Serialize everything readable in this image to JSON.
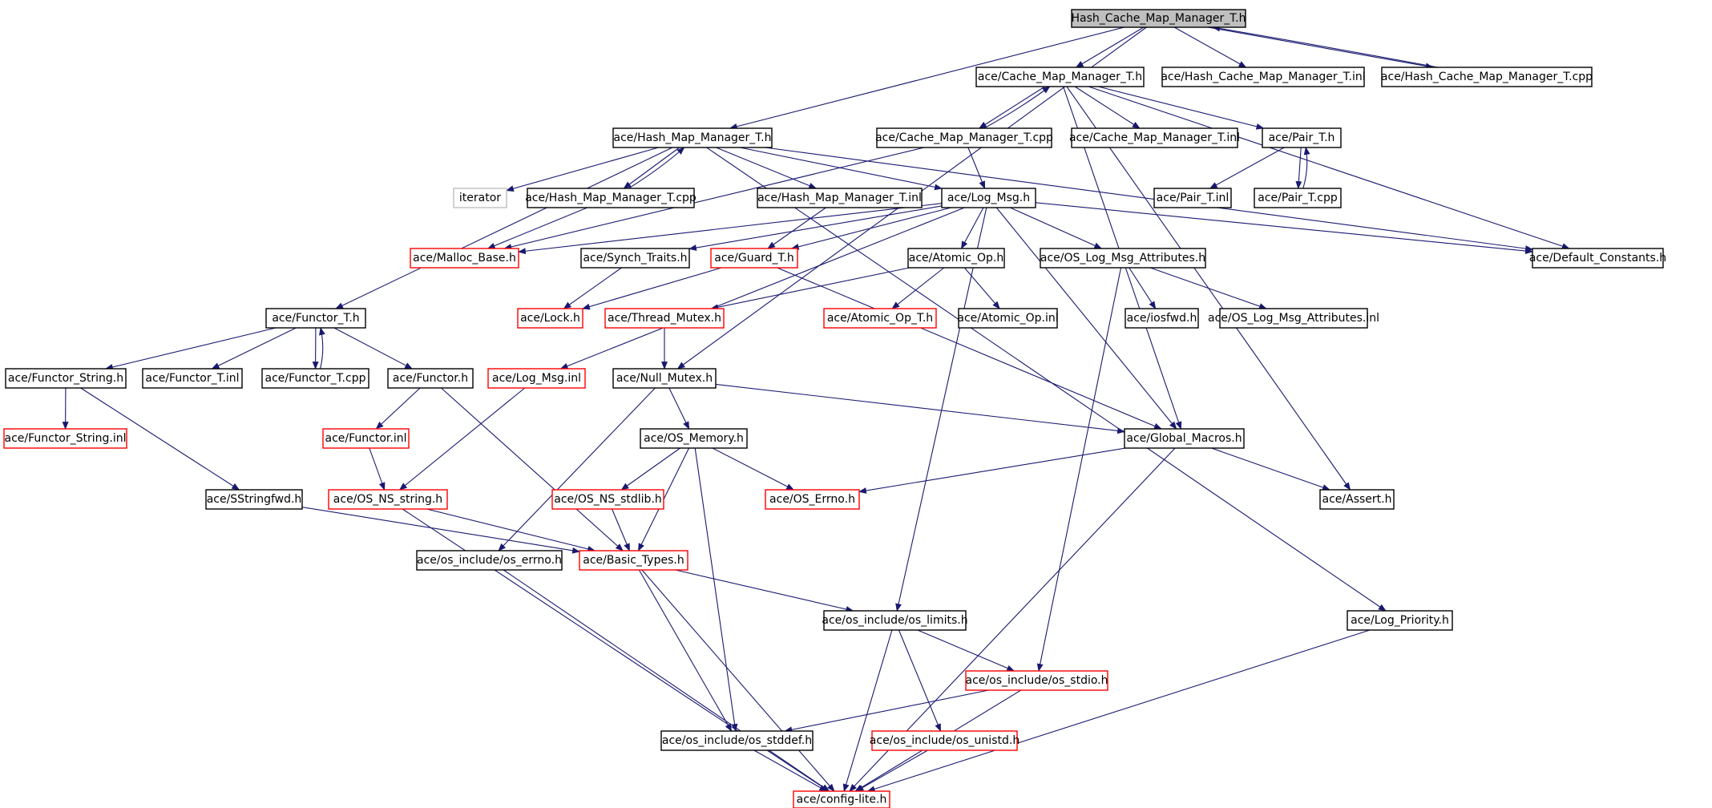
{
  "nodes": [
    {
      "id": "n0",
      "label": "Hash_Cache_Map_Manager_T.h",
      "style": "focus"
    },
    {
      "id": "n1",
      "label": "ace/Cache_Map_Manager_T.h",
      "style": "black"
    },
    {
      "id": "n2",
      "label": "ace/Hash_Cache_Map_Manager_T.inl",
      "style": "black"
    },
    {
      "id": "n3",
      "label": "ace/Hash_Cache_Map_Manager_T.cpp",
      "style": "black"
    },
    {
      "id": "n4",
      "label": "ace/Hash_Map_Manager_T.h",
      "style": "black"
    },
    {
      "id": "n5",
      "label": "ace/Cache_Map_Manager_T.cpp",
      "style": "black"
    },
    {
      "id": "n6",
      "label": "ace/Cache_Map_Manager_T.inl",
      "style": "black"
    },
    {
      "id": "n7",
      "label": "ace/Pair_T.h",
      "style": "black"
    },
    {
      "id": "n8",
      "label": "iterator",
      "style": "gray"
    },
    {
      "id": "n9",
      "label": "ace/Hash_Map_Manager_T.cpp",
      "style": "black"
    },
    {
      "id": "n10",
      "label": "ace/Hash_Map_Manager_T.inl",
      "style": "black"
    },
    {
      "id": "n11",
      "label": "ace/Log_Msg.h",
      "style": "black"
    },
    {
      "id": "n12",
      "label": "ace/Pair_T.inl",
      "style": "black"
    },
    {
      "id": "n13",
      "label": "ace/Pair_T.cpp",
      "style": "black"
    },
    {
      "id": "n14",
      "label": "ace/Malloc_Base.h",
      "style": "red"
    },
    {
      "id": "n15",
      "label": "ace/Synch_Traits.h",
      "style": "black"
    },
    {
      "id": "n16",
      "label": "ace/Guard_T.h",
      "style": "red"
    },
    {
      "id": "n17",
      "label": "ace/Atomic_Op.h",
      "style": "black"
    },
    {
      "id": "n18",
      "label": "ace/OS_Log_Msg_Attributes.h",
      "style": "black"
    },
    {
      "id": "n19",
      "label": "ace/Default_Constants.h",
      "style": "black"
    },
    {
      "id": "n20",
      "label": "ace/Functor_T.h",
      "style": "black"
    },
    {
      "id": "n21",
      "label": "ace/Lock.h",
      "style": "red"
    },
    {
      "id": "n22",
      "label": "ace/Thread_Mutex.h",
      "style": "red"
    },
    {
      "id": "n23",
      "label": "ace/Atomic_Op_T.h",
      "style": "red"
    },
    {
      "id": "n24",
      "label": "ace/Atomic_Op.inl",
      "style": "black"
    },
    {
      "id": "n25",
      "label": "ace/iosfwd.h",
      "style": "black"
    },
    {
      "id": "n26",
      "label": "ace/OS_Log_Msg_Attributes.inl",
      "style": "black"
    },
    {
      "id": "n27",
      "label": "ace/Functor_String.h",
      "style": "black"
    },
    {
      "id": "n28",
      "label": "ace/Functor_T.inl",
      "style": "black"
    },
    {
      "id": "n29",
      "label": "ace/Functor_T.cpp",
      "style": "black"
    },
    {
      "id": "n30",
      "label": "ace/Functor.h",
      "style": "black"
    },
    {
      "id": "n31",
      "label": "ace/Log_Msg.inl",
      "style": "red"
    },
    {
      "id": "n32",
      "label": "ace/Null_Mutex.h",
      "style": "black"
    },
    {
      "id": "n33",
      "label": "ace/Global_Macros.h",
      "style": "black"
    },
    {
      "id": "n34",
      "label": "ace/Functor_String.inl",
      "style": "red"
    },
    {
      "id": "n35",
      "label": "ace/Functor.inl",
      "style": "red"
    },
    {
      "id": "n36",
      "label": "ace/OS_Memory.h",
      "style": "black"
    },
    {
      "id": "n37",
      "label": "ace/SStringfwd.h",
      "style": "black"
    },
    {
      "id": "n38",
      "label": "ace/OS_NS_string.h",
      "style": "red"
    },
    {
      "id": "n39",
      "label": "ace/OS_NS_stdlib.h",
      "style": "red"
    },
    {
      "id": "n40",
      "label": "ace/OS_Errno.h",
      "style": "red"
    },
    {
      "id": "n41",
      "label": "ace/Assert.h",
      "style": "black"
    },
    {
      "id": "n42",
      "label": "ace/os_include/os_errno.h",
      "style": "black"
    },
    {
      "id": "n43",
      "label": "ace/Basic_Types.h",
      "style": "red"
    },
    {
      "id": "n44",
      "label": "ace/os_include/os_limits.h",
      "style": "black"
    },
    {
      "id": "n45",
      "label": "ace/Log_Priority.h",
      "style": "black"
    },
    {
      "id": "n46",
      "label": "ace/os_include/os_stdio.h",
      "style": "red"
    },
    {
      "id": "n47",
      "label": "ace/os_include/os_stddef.h",
      "style": "black"
    },
    {
      "id": "n48",
      "label": "ace/os_include/os_unistd.h",
      "style": "red"
    },
    {
      "id": "n49",
      "label": "ace/config-lite.h",
      "style": "red"
    }
  ],
  "edges": [
    [
      "n0",
      "n1"
    ],
    [
      "n0",
      "n2"
    ],
    [
      "n0",
      "n3"
    ],
    [
      "n3",
      "n0"
    ],
    [
      "n0",
      "n4"
    ],
    [
      "n0",
      "n32"
    ],
    [
      "n1",
      "n5"
    ],
    [
      "n5",
      "n1"
    ],
    [
      "n1",
      "n6"
    ],
    [
      "n1",
      "n7"
    ],
    [
      "n1",
      "n19"
    ],
    [
      "n1",
      "n33"
    ],
    [
      "n1",
      "n41"
    ],
    [
      "n4",
      "n8"
    ],
    [
      "n4",
      "n9"
    ],
    [
      "n9",
      "n4"
    ],
    [
      "n4",
      "n10"
    ],
    [
      "n4",
      "n11"
    ],
    [
      "n4",
      "n20"
    ],
    [
      "n4",
      "n19"
    ],
    [
      "n4",
      "n45"
    ],
    [
      "n5",
      "n11"
    ],
    [
      "n5",
      "n14"
    ],
    [
      "n9",
      "n14"
    ],
    [
      "n10",
      "n16"
    ],
    [
      "n7",
      "n12"
    ],
    [
      "n7",
      "n13"
    ],
    [
      "n13",
      "n7"
    ],
    [
      "n11",
      "n14"
    ],
    [
      "n11",
      "n15"
    ],
    [
      "n11",
      "n16"
    ],
    [
      "n11",
      "n17"
    ],
    [
      "n11",
      "n18"
    ],
    [
      "n11",
      "n19"
    ],
    [
      "n11",
      "n31"
    ],
    [
      "n11",
      "n33"
    ],
    [
      "n11",
      "n44"
    ],
    [
      "n15",
      "n21"
    ],
    [
      "n16",
      "n21"
    ],
    [
      "n16",
      "n33"
    ],
    [
      "n17",
      "n22"
    ],
    [
      "n17",
      "n23"
    ],
    [
      "n17",
      "n24"
    ],
    [
      "n18",
      "n25"
    ],
    [
      "n18",
      "n26"
    ],
    [
      "n18",
      "n46"
    ],
    [
      "n20",
      "n27"
    ],
    [
      "n20",
      "n28"
    ],
    [
      "n20",
      "n29"
    ],
    [
      "n29",
      "n20"
    ],
    [
      "n20",
      "n30"
    ],
    [
      "n22",
      "n32"
    ],
    [
      "n27",
      "n34"
    ],
    [
      "n27",
      "n37"
    ],
    [
      "n30",
      "n35"
    ],
    [
      "n30",
      "n43"
    ],
    [
      "n35",
      "n38"
    ],
    [
      "n31",
      "n38"
    ],
    [
      "n32",
      "n33"
    ],
    [
      "n32",
      "n36"
    ],
    [
      "n32",
      "n42"
    ],
    [
      "n33",
      "n40"
    ],
    [
      "n33",
      "n41"
    ],
    [
      "n33",
      "n49"
    ],
    [
      "n36",
      "n39"
    ],
    [
      "n36",
      "n40"
    ],
    [
      "n36",
      "n43"
    ],
    [
      "n36",
      "n47"
    ],
    [
      "n37",
      "n43"
    ],
    [
      "n38",
      "n43"
    ],
    [
      "n38",
      "n49"
    ],
    [
      "n39",
      "n43"
    ],
    [
      "n42",
      "n49"
    ],
    [
      "n43",
      "n44"
    ],
    [
      "n43",
      "n47"
    ],
    [
      "n43",
      "n49"
    ],
    [
      "n44",
      "n46"
    ],
    [
      "n44",
      "n48"
    ],
    [
      "n44",
      "n49"
    ],
    [
      "n45",
      "n49"
    ],
    [
      "n46",
      "n47"
    ],
    [
      "n46",
      "n49"
    ],
    [
      "n47",
      "n49"
    ],
    [
      "n48",
      "n49"
    ]
  ]
}
